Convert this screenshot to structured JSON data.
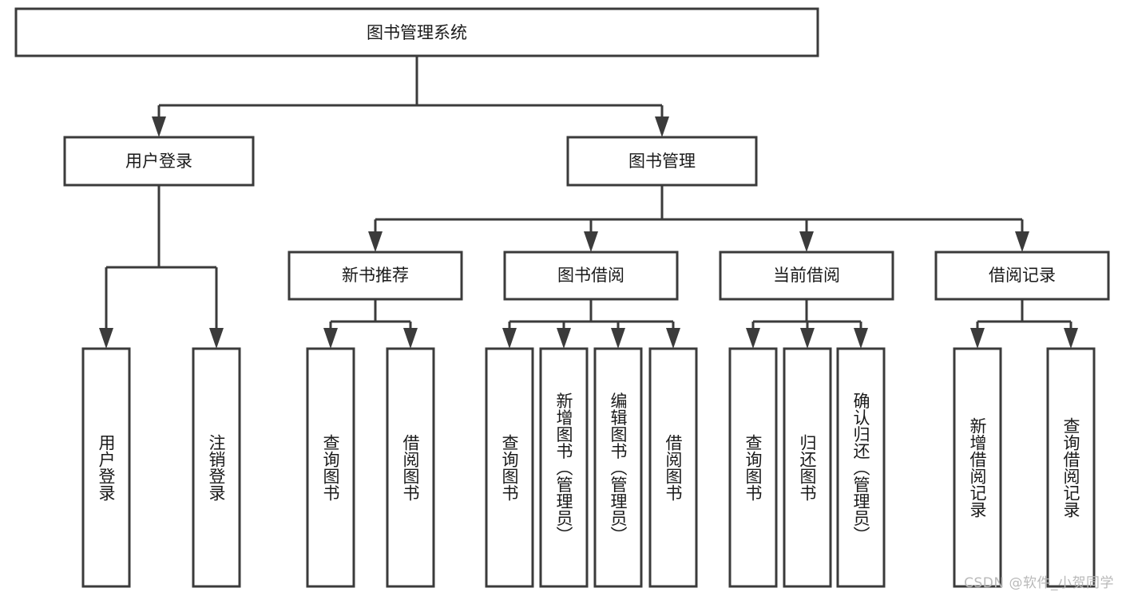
{
  "diagram": {
    "title": "图书管理系统",
    "type": "tree-hierarchy-chart",
    "root": {
      "label": "图书管理系统"
    },
    "level1": [
      {
        "label": "用户登录"
      },
      {
        "label": "图书管理"
      }
    ],
    "level2": [
      {
        "label": "新书推荐",
        "parent": "图书管理"
      },
      {
        "label": "图书借阅",
        "parent": "图书管理"
      },
      {
        "label": "当前借阅",
        "parent": "图书管理"
      },
      {
        "label": "借阅记录",
        "parent": "图书管理"
      }
    ],
    "leaves": {
      "user_login": [
        {
          "label": "用户登录"
        },
        {
          "label": "注销登录"
        }
      ],
      "new_book_recommend": [
        {
          "label": "查询图书"
        },
        {
          "label": "借阅图书"
        }
      ],
      "book_borrow": [
        {
          "label": "查询图书"
        },
        {
          "label": "新增图书（管理员）"
        },
        {
          "label": "编辑图书（管理员）"
        },
        {
          "label": "借阅图书"
        }
      ],
      "current_borrow": [
        {
          "label": "查询图书"
        },
        {
          "label": "归还图书"
        },
        {
          "label": "确认归还（管理员）"
        }
      ],
      "borrow_record": [
        {
          "label": "新增借阅记录"
        },
        {
          "label": "查询借阅记录"
        }
      ]
    },
    "watermark": "CSDN @软件_小贺同学",
    "colors": {
      "stroke": "#3b3b3b",
      "fill": "#ffffff",
      "text": "#1a1a1a",
      "watermark": "#b9b9b9"
    }
  }
}
